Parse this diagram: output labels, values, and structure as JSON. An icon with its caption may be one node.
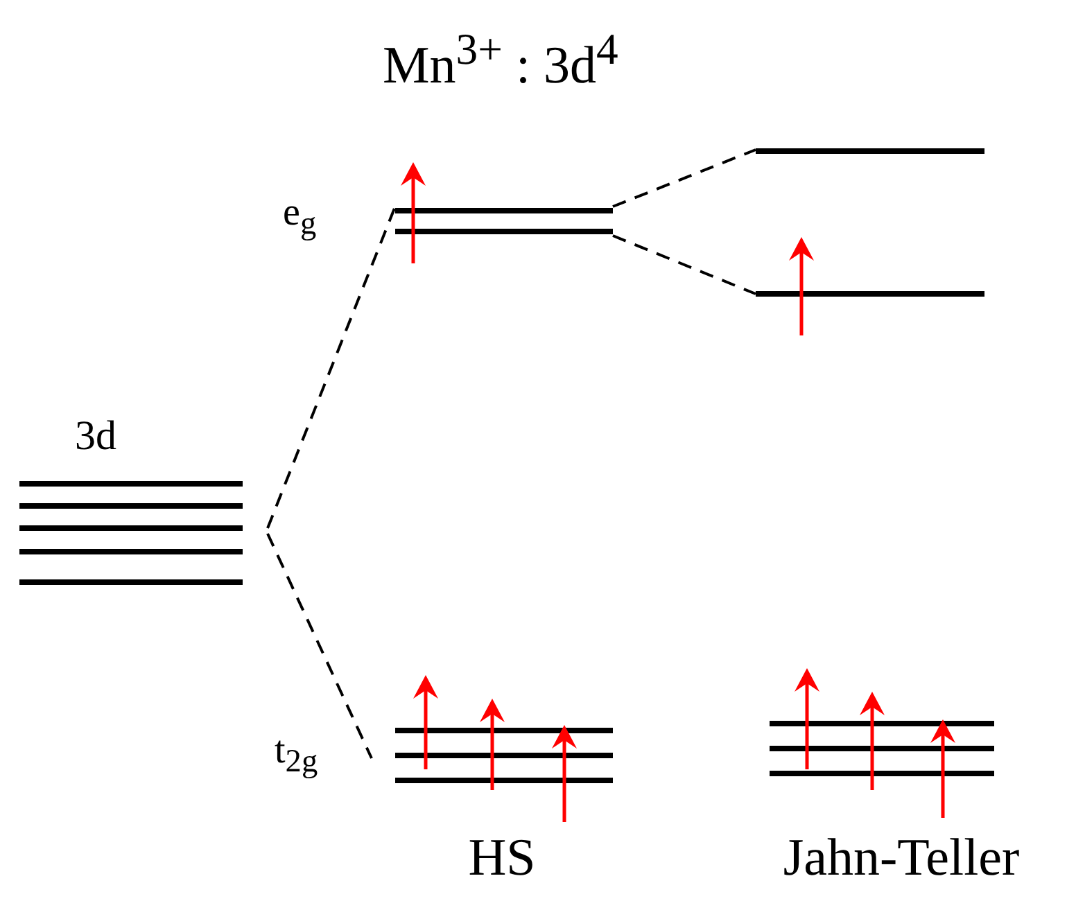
{
  "diagram": {
    "title": "Mn$^{3+}$ : 3d$^{4}$",
    "nodes": [
      {
        "text": [
          "3d"
        ]
      },
      {
        "text": [
          "e$_{g}$"
        ]
      },
      {
        "text": [
          "t$_{2g}$"
        ]
      },
      {
        "text": [],
        "shape": "bar"
      },
      {
        "text": [],
        "shape": "bar"
      },
      {
        "text": [],
        "shape": "bar"
      }
    ],
    "edges": [
      {
        "from": 0,
        "to": 1,
        "arrow": "none",
        "style": "dashed"
      },
      {
        "from": 0,
        "to": 2,
        "arrow": "none",
        "style": "dashed"
      },
      {
        "from": 1,
        "to": 3,
        "arrow": "none",
        "style": "dashed"
      },
      {
        "from": 1,
        "to": 4,
        "arrow": "none",
        "style": "dashed"
      }
    ],
    "labels": [
      "HS",
      "Jahn-Teller"
    ]
  }
}
